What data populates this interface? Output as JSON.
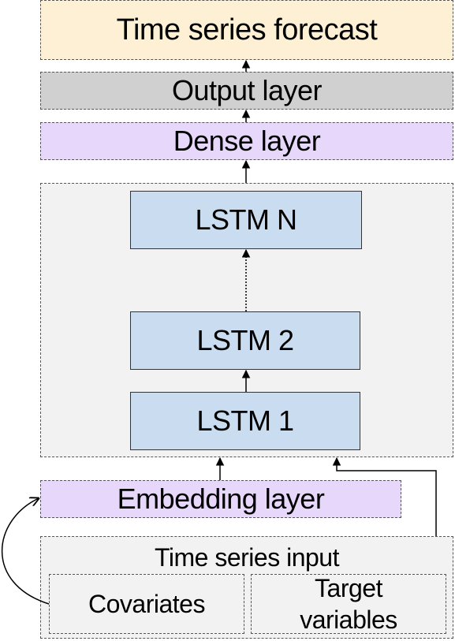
{
  "diagram": {
    "forecast": {
      "label": "Time series forecast",
      "fill": "#fdf0d4"
    },
    "output_layer": {
      "label": "Output layer",
      "fill": "#d0d0d0"
    },
    "dense_layer": {
      "label": "Dense layer",
      "fill": "#e6d7fb"
    },
    "lstm_stack": {
      "fill": "#f2f2f2",
      "cell_fill": "#c9dcf0",
      "cells": [
        {
          "label": "LSTM N"
        },
        {
          "label": "LSTM 2"
        },
        {
          "label": "LSTM 1"
        }
      ]
    },
    "embedding_layer": {
      "label": "Embedding layer",
      "fill": "#e6d7fb"
    },
    "time_series_input": {
      "label": "Time series input",
      "fill": "#f2f2f2",
      "covariates": "Covariates",
      "target_variables": "Target variables"
    }
  }
}
